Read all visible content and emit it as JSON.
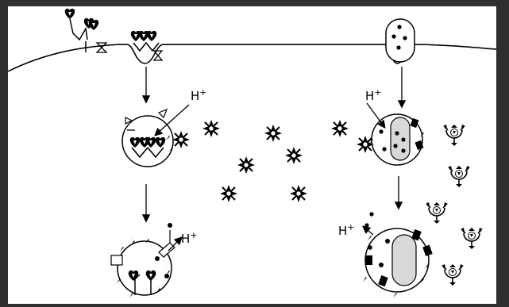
{
  "diagram": {
    "labels": {
      "proton_left_mid": "H+",
      "proton_left_bottom": "H+",
      "proton_right_mid": "H+",
      "proton_right_bottom": "H+"
    },
    "colors": {
      "frame": "#2f2f2f",
      "cell_background": "#ffffff",
      "ink": "#000000",
      "vesicle_fill": "#d9d9d9"
    }
  }
}
